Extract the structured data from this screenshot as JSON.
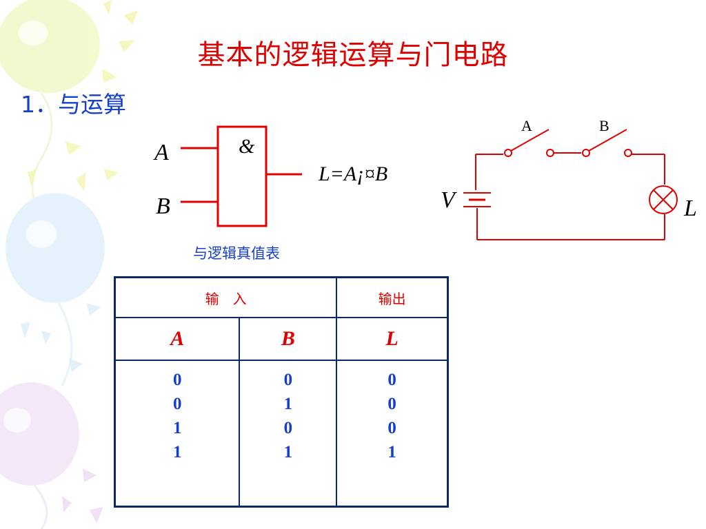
{
  "slide": {
    "title": "基本的逻辑运算与门电路",
    "section_heading": "1．与运算"
  },
  "gate": {
    "input_a": "A",
    "input_b": "B",
    "symbol": "&",
    "formula": "L=A¡¤B"
  },
  "truth_table": {
    "caption": "与逻辑真值表",
    "header_inputs": "输　入",
    "header_output": "输出",
    "columns": [
      "A",
      "B",
      "L"
    ],
    "col_a": [
      "0",
      "0",
      "1",
      "1"
    ],
    "col_b": [
      "0",
      "1",
      "0",
      "1"
    ],
    "col_l": [
      "0",
      "0",
      "0",
      "1"
    ]
  },
  "circuit": {
    "switch_a": "A",
    "switch_b": "B",
    "source": "V",
    "lamp": "L"
  },
  "colors": {
    "title": "#e00000",
    "heading": "#1640cc",
    "wire": "#e00000",
    "table_border": "#0a2a66"
  }
}
